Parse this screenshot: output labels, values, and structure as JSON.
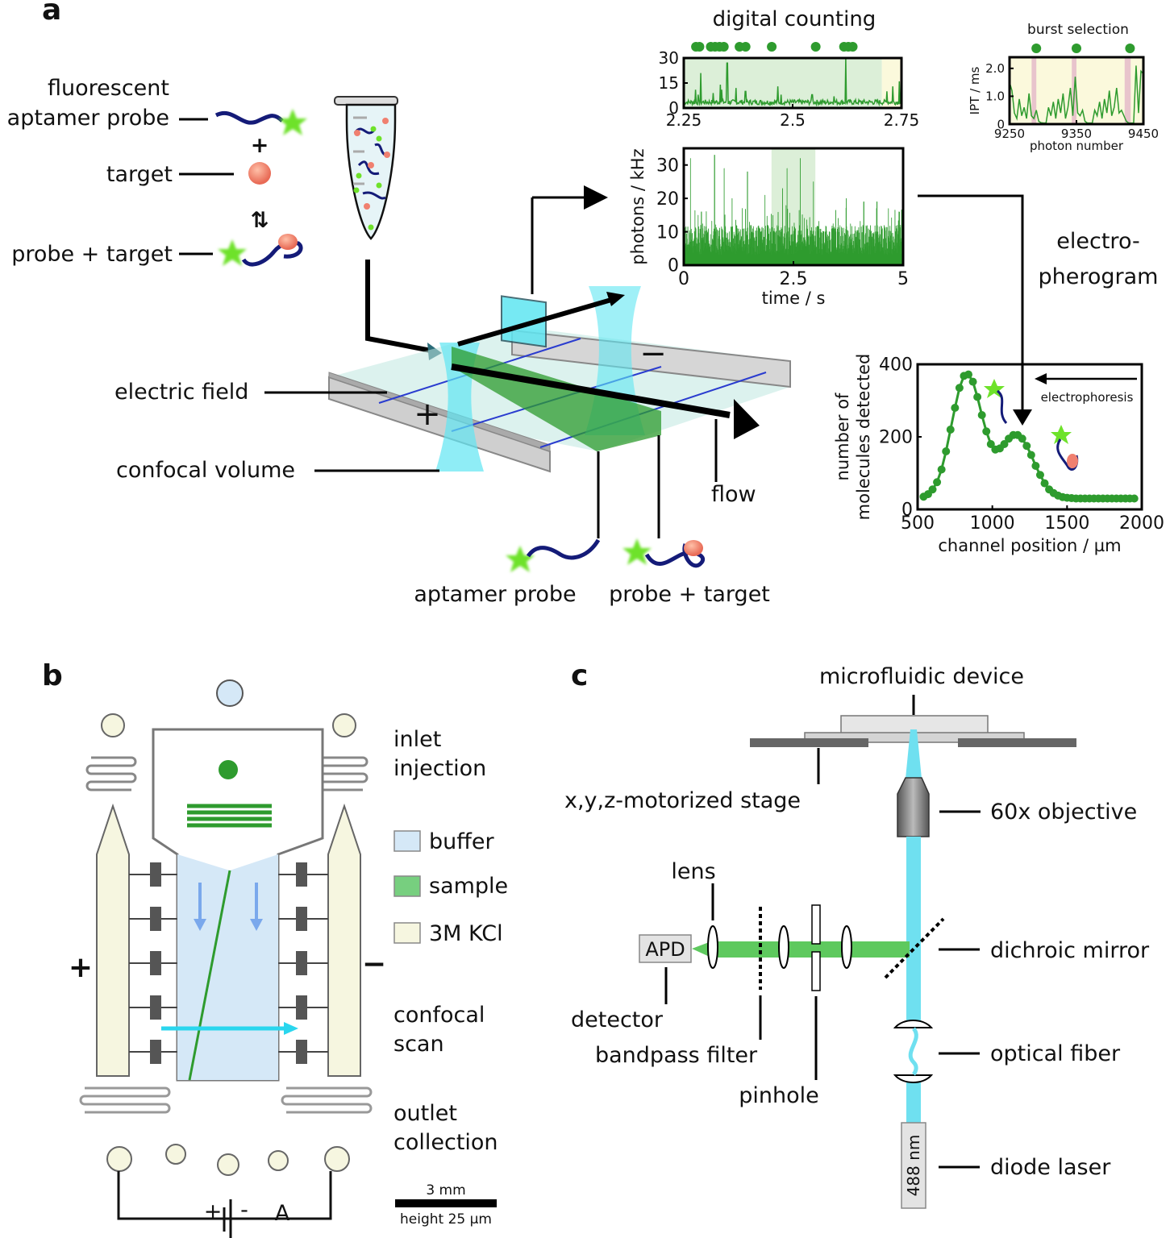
{
  "panels": {
    "a": "a",
    "b": "b",
    "c": "c"
  },
  "panel_a": {
    "legend": {
      "fluorescent_line1": "fluorescent",
      "fluorescent_line2": "aptamer probe",
      "plus": "+",
      "target": "target",
      "equilibrium": "⇅",
      "probe_target": "probe + target"
    },
    "channel": {
      "electric_field": "electric field",
      "confocal_volume": "confocal volume",
      "flow": "flow",
      "plus_electrode": "+",
      "minus_electrode": "−",
      "aptamer_probe": "aptamer probe",
      "probe_plus_target": "probe + target"
    },
    "electropherogram_title_1": "electro-",
    "electropherogram_title_2": "pherogram",
    "electrophoresis_label": "electrophoresis"
  },
  "chart_data": [
    {
      "id": "digital-counting",
      "type": "line",
      "title": "digital counting",
      "xlabel": "",
      "ylabel": "",
      "xlim": [
        2.25,
        2.75
      ],
      "ylim": [
        0,
        30
      ],
      "xticks": [
        "2.25",
        "2.5",
        "2.75"
      ],
      "xtick_values": [
        2.25,
        2.5,
        2.75
      ],
      "yticks": [
        "0",
        "15",
        "30"
      ],
      "ytick_values": [
        0,
        15,
        30
      ],
      "burst_markers_x": [
        2.278,
        2.286,
        2.312,
        2.322,
        2.332,
        2.342,
        2.378,
        2.392,
        2.452,
        2.553,
        2.618,
        2.628,
        2.638
      ],
      "highlight_regions": [
        {
          "from": 2.25,
          "to": 2.705,
          "color": "#dcefd8"
        },
        {
          "from": 2.705,
          "to": 2.75,
          "color": "#fbf9dc"
        }
      ],
      "spikes": [
        {
          "x": 2.277,
          "y": 11
        },
        {
          "x": 2.283,
          "y": 8
        },
        {
          "x": 2.289,
          "y": 21
        },
        {
          "x": 2.318,
          "y": 9
        },
        {
          "x": 2.334,
          "y": 14
        },
        {
          "x": 2.337,
          "y": 11
        },
        {
          "x": 2.35,
          "y": 27
        },
        {
          "x": 2.37,
          "y": 12
        },
        {
          "x": 2.392,
          "y": 10
        },
        {
          "x": 2.466,
          "y": 13
        },
        {
          "x": 2.474,
          "y": 8
        },
        {
          "x": 2.545,
          "y": 8
        },
        {
          "x": 2.595,
          "y": 7
        },
        {
          "x": 2.622,
          "y": 30
        },
        {
          "x": 2.717,
          "y": 10
        },
        {
          "x": 2.73,
          "y": 13
        },
        {
          "x": 2.745,
          "y": 16
        }
      ],
      "baseline": 2,
      "series_color": "#2e9b2e"
    },
    {
      "id": "burst-selection",
      "type": "line",
      "title": "burst selection",
      "xlabel": "photon number",
      "ylabel": "IPT / ms",
      "xlim": [
        9250,
        9450
      ],
      "ylim": [
        0,
        2.4
      ],
      "xticks": [
        "9250",
        "9350",
        "9450"
      ],
      "xtick_values": [
        9250,
        9350,
        9450
      ],
      "yticks": [
        "0",
        "1.0",
        "2.0"
      ],
      "ytick_values": [
        0,
        1.0,
        2.0
      ],
      "burst_markers_x": [
        9290,
        9350,
        9430
      ],
      "burst_regions": [
        [
          9283,
          9290
        ],
        [
          9343,
          9350
        ],
        [
          9422,
          9431
        ]
      ],
      "background_color": "#fbf9dc",
      "burst_color": "#e8c4cc",
      "values": [
        1.5,
        1.2,
        0.4,
        0.2,
        0.9,
        0.3,
        0.6,
        0.2,
        1.1,
        0.3,
        0.2,
        0.5,
        0.1,
        0.05,
        0.04,
        0.04,
        0.6,
        0.3,
        0.8,
        0.2,
        0.9,
        0.4,
        1.1,
        0.2,
        0.6,
        1.3,
        0.3,
        1.7,
        0.4,
        0.3,
        0.5,
        0.1,
        0.04,
        0.04,
        0.04,
        0.5,
        0.3,
        0.8,
        0.2,
        0.9,
        0.4,
        1.2,
        0.3,
        0.6,
        1.3,
        0.4,
        0.5,
        0.3,
        0.1,
        0.04,
        0.04,
        0.04,
        2.1,
        0.4,
        1.9,
        1.8
      ],
      "series_color": "#2e9b2e"
    },
    {
      "id": "time-trace",
      "type": "bar",
      "title": "",
      "xlabel": "time / s",
      "ylabel": "photons / kHz",
      "xlim": [
        0,
        5
      ],
      "ylim": [
        0,
        35
      ],
      "xticks": [
        "0",
        "2.5",
        "5"
      ],
      "xtick_values": [
        0,
        2.5,
        5
      ],
      "yticks": [
        "0",
        "10",
        "20",
        "30"
      ],
      "ytick_values": [
        0,
        10,
        20,
        30
      ],
      "highlight_region": {
        "from": 2.0,
        "to": 3.0,
        "color": "#dcefd8"
      },
      "peaks": [
        {
          "x": 0.15,
          "y": 32
        },
        {
          "x": 0.7,
          "y": 33
        },
        {
          "x": 0.92,
          "y": 29
        },
        {
          "x": 1.45,
          "y": 28
        },
        {
          "x": 2.25,
          "y": 23
        },
        {
          "x": 2.35,
          "y": 29
        },
        {
          "x": 2.65,
          "y": 32
        },
        {
          "x": 2.95,
          "y": 25
        },
        {
          "x": 1.1,
          "y": 20
        },
        {
          "x": 0.4,
          "y": 16
        },
        {
          "x": 1.85,
          "y": 21
        },
        {
          "x": 3.7,
          "y": 20
        },
        {
          "x": 4.1,
          "y": 19
        },
        {
          "x": 4.4,
          "y": 19
        },
        {
          "x": 4.9,
          "y": 16
        }
      ],
      "baseline_mean": 8,
      "series_color": "#2e9b2e"
    },
    {
      "id": "electropherogram",
      "type": "line",
      "title": "electro-pherogram",
      "xlabel": "channel position / µm",
      "ylabel": "number of molecules detected",
      "xlim": [
        500,
        2000
      ],
      "ylim": [
        0,
        400
      ],
      "xticks": [
        "500",
        "1000",
        "1500",
        "2000"
      ],
      "xtick_values": [
        500,
        1000,
        1500,
        2000
      ],
      "yticks": [
        "0",
        "200",
        "400"
      ],
      "ytick_values": [
        0,
        200,
        400
      ],
      "x": [
        540,
        570,
        600,
        630,
        660,
        690,
        720,
        750,
        780,
        810,
        840,
        870,
        900,
        930,
        960,
        990,
        1020,
        1050,
        1080,
        1110,
        1140,
        1170,
        1200,
        1230,
        1260,
        1290,
        1320,
        1350,
        1380,
        1410,
        1440,
        1470,
        1500,
        1530,
        1560,
        1590,
        1620,
        1650,
        1680,
        1710,
        1740,
        1770,
        1800,
        1830,
        1860,
        1890,
        1920,
        1950
      ],
      "values": [
        35,
        42,
        55,
        75,
        110,
        160,
        220,
        280,
        335,
        368,
        372,
        352,
        310,
        260,
        215,
        180,
        165,
        168,
        180,
        195,
        205,
        205,
        195,
        175,
        150,
        120,
        95,
        72,
        55,
        45,
        38,
        34,
        32,
        31,
        30,
        30,
        30,
        30,
        30,
        30,
        30,
        30,
        30,
        30,
        30,
        30,
        30,
        30
      ],
      "series_color": "#2e9b2e"
    }
  ],
  "panel_b": {
    "inlet_1": "inlet",
    "inlet_2": "injection",
    "legend": [
      {
        "label": "buffer",
        "color": "#d5e8f7"
      },
      {
        "label": "sample",
        "color": "#77cf7f"
      },
      {
        "label": "3M KCl",
        "color": "#f6f6e0"
      }
    ],
    "confocal_1": "confocal",
    "confocal_2": "scan",
    "outlet_1": "outlet",
    "outlet_2": "collection",
    "scale_value": "3 mm",
    "scale_height": "height 25 µm",
    "plus": "+",
    "minus": "−",
    "battery_plus": "+",
    "battery_minus": "-",
    "ammeter": "A"
  },
  "panel_c": {
    "microfluidic_device": "microfluidic device",
    "stage": "x,y,z-motorized stage",
    "objective": "60x objective",
    "lens": "lens",
    "apd": "APD",
    "detector": "detector",
    "bandpass": "bandpass filter",
    "pinhole": "pinhole",
    "dichroic": "dichroic mirror",
    "fiber": "optical fiber",
    "laser_wavelength": "488 nm",
    "laser": "diode laser"
  },
  "colors": {
    "green": "#2e9b2e",
    "light_green": "#5ec95e",
    "cyan": "#6fe0f0",
    "navy": "#141b78",
    "target": "#f08070",
    "star": "#6ee22a"
  }
}
